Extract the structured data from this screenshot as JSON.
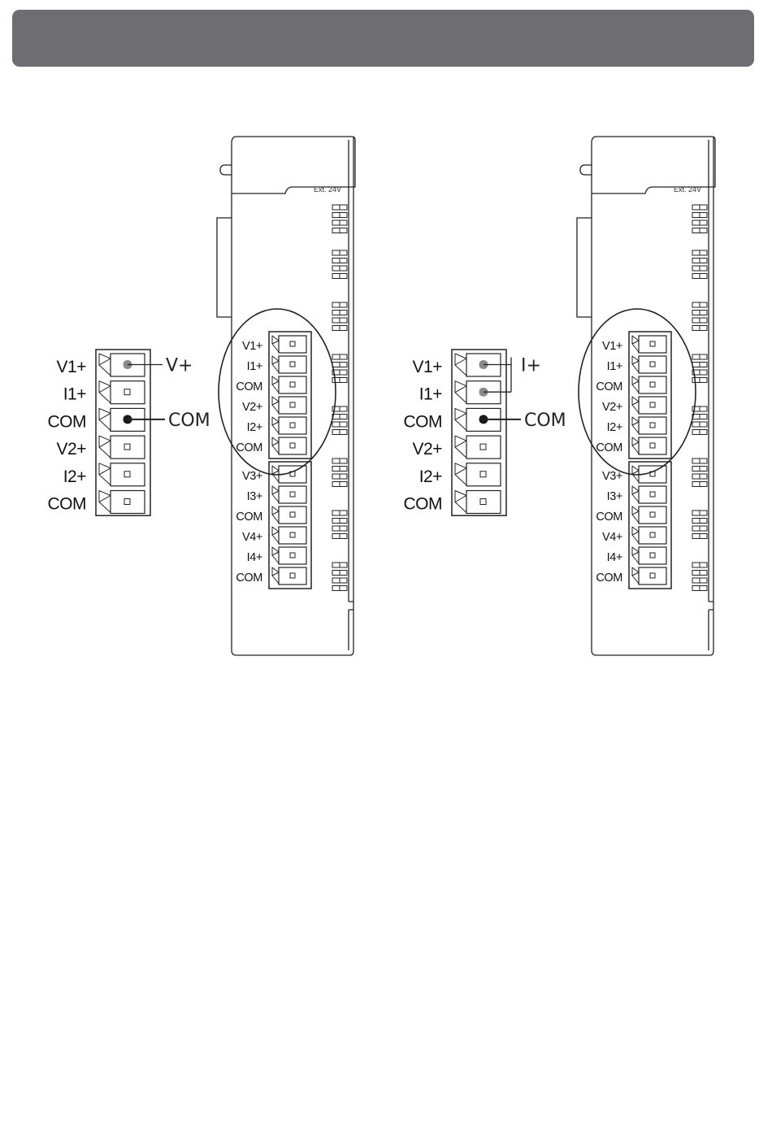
{
  "colors": {
    "header": "#6e6e72",
    "line": "#222222",
    "grey_dot": "#8a8a8a",
    "black_dot": "#1a1a1a"
  },
  "module": {
    "ext_label": "Ext. 24V",
    "upper_block": [
      "V1+",
      "I1+",
      "COM",
      "V2+",
      "I2+",
      "COM"
    ],
    "lower_block": [
      "V3+",
      "I3+",
      "COM",
      "V4+",
      "I4+",
      "COM"
    ]
  },
  "connector": {
    "pins": [
      "V1+",
      "I1+",
      "COM",
      "V2+",
      "I2+",
      "COM"
    ]
  },
  "diagrams": [
    {
      "id": "voltage",
      "annotations": [
        {
          "text": "V+",
          "pin": 0
        },
        {
          "text": "COM",
          "pin": 2
        }
      ]
    },
    {
      "id": "current",
      "annotations": [
        {
          "text": "I+",
          "pins": [
            0,
            1
          ]
        },
        {
          "text": "COM",
          "pin": 2
        }
      ]
    }
  ]
}
